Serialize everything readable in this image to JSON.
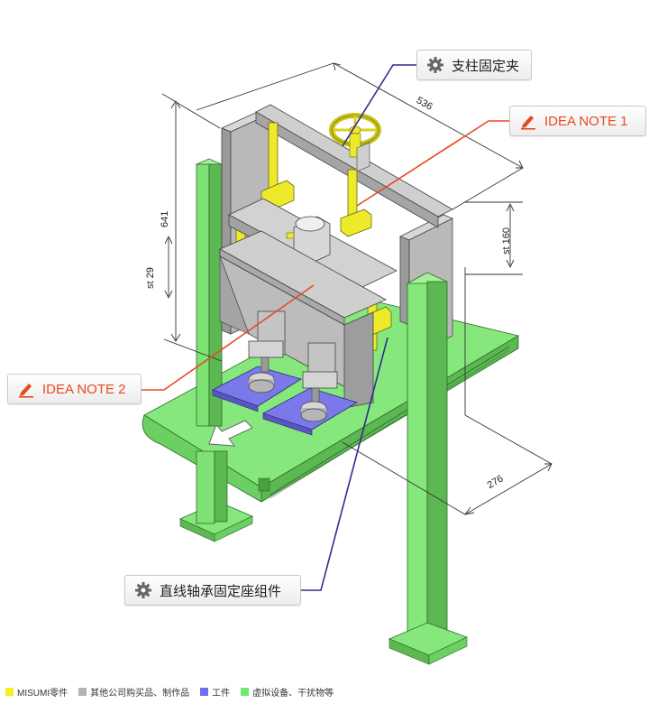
{
  "callouts": {
    "clamp": {
      "label": "支柱固定夹",
      "icon": "gear-icon"
    },
    "idea1": {
      "label": "IDEA NOTE 1",
      "icon": "pencil-icon"
    },
    "idea2": {
      "label": "IDEA NOTE 2",
      "icon": "pencil-icon"
    },
    "bearing": {
      "label": "直线轴承固定座组件",
      "icon": "gear-icon"
    }
  },
  "dimensions": {
    "width": "536",
    "height": "641",
    "stroke_top": "st 160",
    "stroke_left": "st 29",
    "depth": "276"
  },
  "legend": [
    {
      "label": "MISUMI零件",
      "color": "#f2f21a"
    },
    {
      "label": "其他公司购买品、制作品",
      "color": "#b4b4b4"
    },
    {
      "label": "工件",
      "color": "#6e6ef0"
    },
    {
      "label": "虚拟设备、干扰物等",
      "color": "#6ee86e"
    }
  ],
  "colors": {
    "green": "#79e06f",
    "yellow": "#ecea2a",
    "gray": "#bdbdbd",
    "blue": "#7b79ea",
    "idea_orange": "#e8491f",
    "leader_blue": "#2e2e8c"
  }
}
